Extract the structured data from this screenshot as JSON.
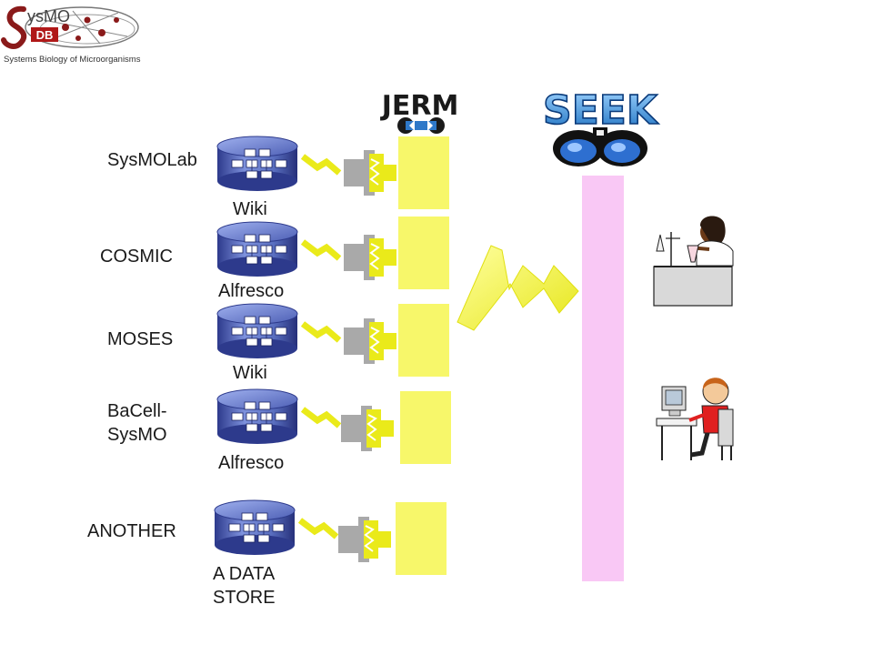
{
  "logo": {
    "brand_sys": "Sys",
    "brand_mo": "MO",
    "brand_db": "DB",
    "tagline": "Systems Biology of Microorganisms"
  },
  "jerm": {
    "title": "JERM"
  },
  "seek": {
    "title": "SEEK"
  },
  "projects": [
    {
      "name": "SysMOLab",
      "store": "Wiki"
    },
    {
      "name": "COSMIC",
      "store": "Alfresco"
    },
    {
      "name": "MOSES",
      "store": "Wiki"
    },
    {
      "name": "BaCell-\nSysMO",
      "store": "Alfresco"
    },
    {
      "name": "ANOTHER",
      "store": "A DATA\nSTORE"
    }
  ],
  "colors": {
    "yellow_panel": "#f7f76a",
    "pink_bar": "#f9c8f5",
    "seek_blue": "#2f8fd8",
    "puzzle_gray": "#a9a9a9",
    "puzzle_yellow": "#eaea1a",
    "cylinder_blue": "#5a6fc0"
  },
  "icons": [
    "database-icon",
    "puzzle-icon",
    "binoculars-icon",
    "scientist-icon",
    "computer-user-icon",
    "lightning-icon"
  ]
}
